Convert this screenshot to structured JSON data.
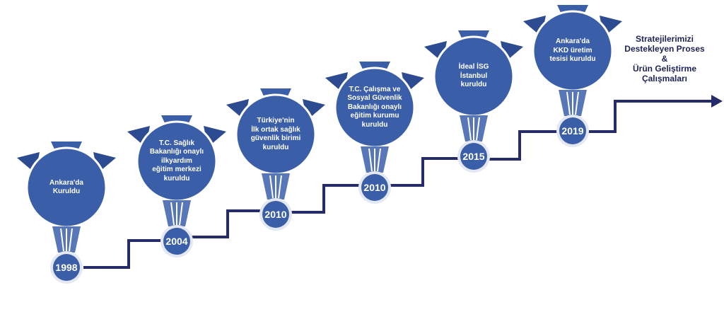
{
  "colors": {
    "line": "#262c6a",
    "circle": "#3b5ea9",
    "circle_dark": "#2d4b91",
    "ring": "#e4e8f2",
    "text_dark": "#1c2257"
  },
  "milestones": [
    {
      "year": "1998",
      "text": "Ankara'da\nKuruldu"
    },
    {
      "year": "2004",
      "text": "T.C. Sağlık\nBakanlığı onaylı\nilkyardım\neğitim merkezi\nkuruldu"
    },
    {
      "year": "2010",
      "text": "Türkiye'nin\nİlk ortak sağlık\ngüvenlik birimi\nkuruldu"
    },
    {
      "year": "2010",
      "text": "T.C. Çalışma ve\nSosyal Güvenlik\nBakanlığı onaylı\neğitim kurumu\nkuruldu"
    },
    {
      "year": "2015",
      "text": "İdeal İSG\nİstanbul\nkuruldu"
    },
    {
      "year": "2019",
      "text": "Ankara'da\nKKD üretim\ntesisi kuruldu"
    }
  ],
  "final_text": "Stratejilerimizi\nDestekleyen Proses\n&\nÜrün Geliştirme\nÇalışmaları"
}
